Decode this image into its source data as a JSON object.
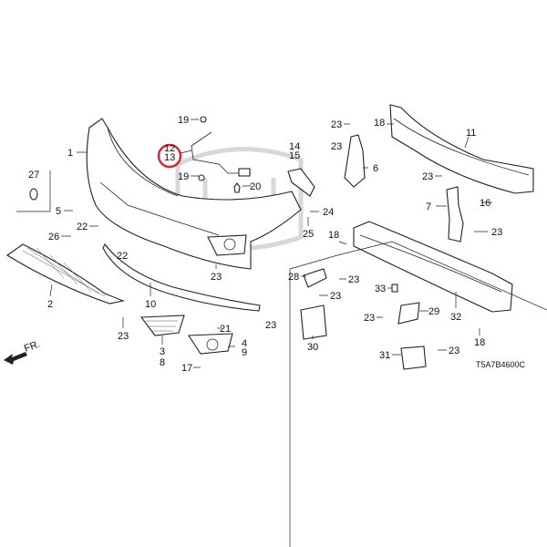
{
  "diagram": {
    "code": "T5A7B4600C",
    "front_label": "FR.",
    "highlight_color": "#e0202a",
    "callouts": {
      "c1": "1",
      "c19a": "19",
      "c19b": "19",
      "c12": "12",
      "c13": "13",
      "c20": "20",
      "c27": "27",
      "c5": "5",
      "c22a": "22",
      "c26": "26",
      "c22b": "22",
      "c2": "2",
      "c10": "10",
      "c23a": "23",
      "c23b": "23",
      "c23c": "23",
      "c3": "3",
      "c8": "8",
      "c21": "21",
      "c4": "4",
      "c9": "9",
      "c17": "17",
      "c23d": "23",
      "c18a": "18",
      "c11": "11",
      "c23e": "23",
      "c6": "6",
      "c14": "14",
      "c15": "15",
      "c24": "24",
      "c25": "25",
      "c23f": "23",
      "c7": "7",
      "c16": "16",
      "c23g": "23",
      "c18b": "18",
      "c28": "28",
      "c23h": "23",
      "c23i": "23",
      "c33": "33",
      "c23j": "23",
      "c29": "29",
      "c32": "32",
      "c18c": "18",
      "c30": "30",
      "c31": "31",
      "c23k": "23"
    }
  }
}
